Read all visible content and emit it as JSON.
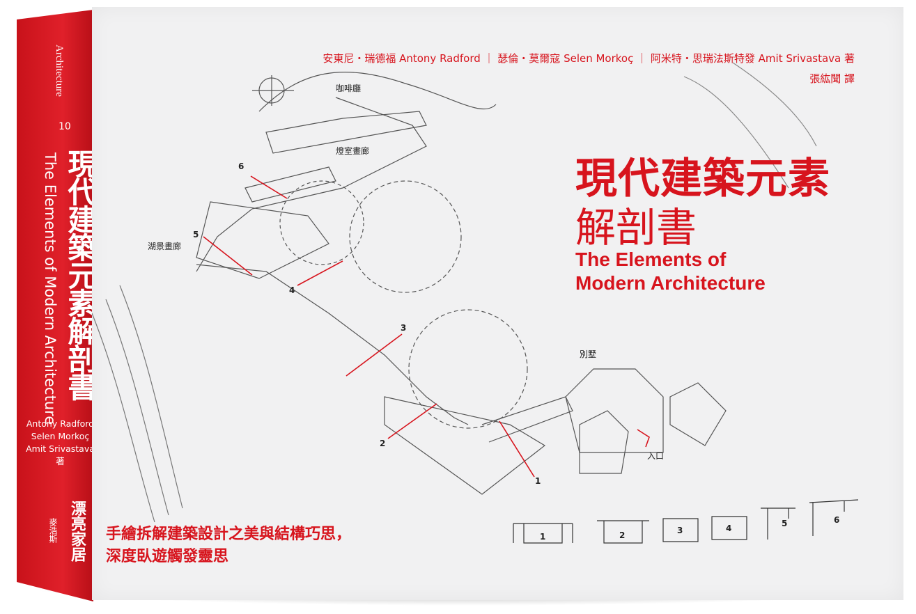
{
  "spine": {
    "series": "Architecture",
    "number": "10",
    "title_zh": "現代建築元素解剖書",
    "title_en": "The Elements of Modern Architecture",
    "authors": [
      "Antony Radford",
      "Selen Morkoç",
      "Amit Srivastava",
      "著"
    ],
    "publisher": "漂亮家居",
    "publisher_sub": "麥浩斯"
  },
  "cover": {
    "authors_line": "安東尼・瑞德福 Antony Radford ｜ 瑟倫・莫爾寇 Selen Morkoç ｜ 阿米特・思瑞法斯特發 Amit Srivastava 著",
    "translator_line": "張紘聞 譯",
    "title_zh_line1": "現代建築元素",
    "title_zh_line2": "解剖書",
    "title_en_line1": "The Elements of",
    "title_en_line2": "Modern Architecture",
    "tagline_line1": "手繪拆解建築設計之美與結構巧思，",
    "tagline_line2": "深度臥遊觸發靈思",
    "sketch_labels": {
      "cafe": "咖啡廳",
      "gallery_light": "燈室畫廊",
      "gallery_lake": "湖景畫廊",
      "villa": "別墅",
      "entrance": "入口"
    },
    "callouts": [
      "1",
      "2",
      "3",
      "4",
      "5",
      "6"
    ],
    "section_labels": [
      "1",
      "2",
      "3",
      "4",
      "5",
      "6"
    ],
    "accent_color": "#d7141d"
  }
}
